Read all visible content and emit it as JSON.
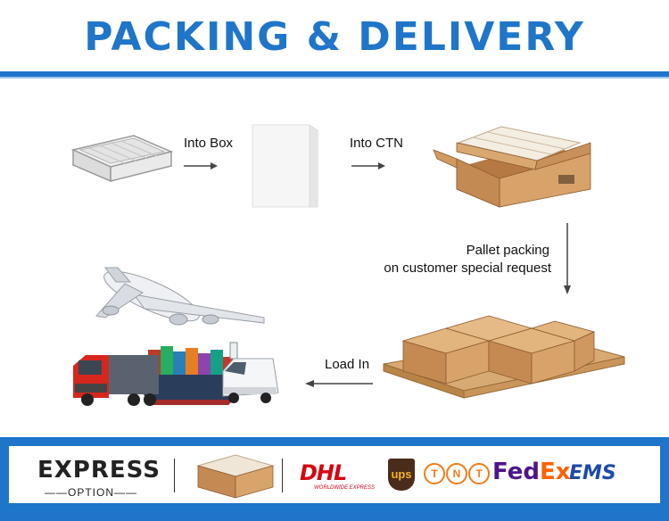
{
  "header": {
    "title": "PACKING & DELIVERY"
  },
  "flow": {
    "into_box": "Into Box",
    "into_ctn": "Into CTN",
    "pallet_line1": "Pallet packing",
    "pallet_line2": "on customer special request",
    "load_in": "Load In"
  },
  "footer": {
    "express": "EXPRESS",
    "option": "——OPTION——",
    "carriers": {
      "dhl": "DHL",
      "dhl_tag": "WORLDWIDE EXPRESS",
      "ups": "ups",
      "tnt": [
        "T",
        "N",
        "T"
      ],
      "fedex_fed": "Fed",
      "fedex_ex": "Ex",
      "ems": "EMS"
    }
  },
  "colors": {
    "brand_blue": "#1f75c9",
    "carton": "#c8915a",
    "dhl_red": "#d40511",
    "ups_brown": "#4a2c1a",
    "tnt_orange": "#f07d1a",
    "fedex_purple": "#4d148c",
    "fedex_orange": "#ff6200",
    "ems_blue": "#1e4aa8"
  },
  "icons": [
    "air-filter-icon",
    "white-box-icon",
    "carton-icon",
    "pallet-icon",
    "airplane-icon",
    "truck-icon",
    "ship-icon",
    "van-icon",
    "arrow-icon"
  ]
}
